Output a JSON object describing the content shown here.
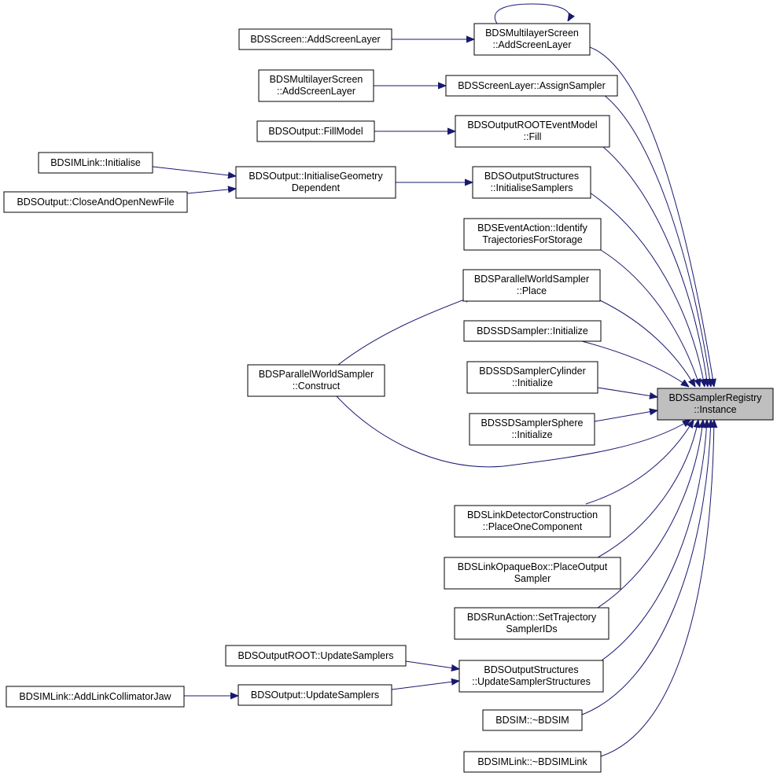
{
  "diagram": {
    "edge_color": "#191970",
    "focus_fill": "#bfbfbf",
    "nodes": [
      {
        "id": "n0",
        "lines": [
          "BDSSamplerRegistry",
          "::Instance"
        ],
        "focus": true
      },
      {
        "id": "n1",
        "lines": [
          "BDSMultilayerScreen",
          "::AddScreenLayer"
        ]
      },
      {
        "id": "n2",
        "lines": [
          "BDSScreen::AddScreenLayer"
        ]
      },
      {
        "id": "n3",
        "lines": [
          "BDSMultilayerScreen",
          "::AddScreenLayer"
        ]
      },
      {
        "id": "n4",
        "lines": [
          "BDSScreenLayer::AssignSampler"
        ]
      },
      {
        "id": "n5",
        "lines": [
          "BDSOutput::FillModel"
        ]
      },
      {
        "id": "n6",
        "lines": [
          "BDSOutputROOTEventModel",
          "::Fill"
        ]
      },
      {
        "id": "n7",
        "lines": [
          "BDSIMLink::Initialise"
        ]
      },
      {
        "id": "n8",
        "lines": [
          "BDSOutput::CloseAndOpenNewFile"
        ]
      },
      {
        "id": "n9",
        "lines": [
          "BDSOutput::InitialiseGeometry",
          "Dependent"
        ]
      },
      {
        "id": "n10",
        "lines": [
          "BDSOutputStructures",
          "::InitialiseSamplers"
        ]
      },
      {
        "id": "n11",
        "lines": [
          "BDSEventAction::Identify",
          "TrajectoriesForStorage"
        ]
      },
      {
        "id": "n12",
        "lines": [
          "BDSParallelWorldSampler",
          "::Place"
        ]
      },
      {
        "id": "n13",
        "lines": [
          "BDSParallelWorldSampler",
          "::Construct"
        ]
      },
      {
        "id": "n14",
        "lines": [
          "BDSSDSampler::Initialize"
        ]
      },
      {
        "id": "n15",
        "lines": [
          "BDSSDSamplerCylinder",
          "::Initialize"
        ]
      },
      {
        "id": "n16",
        "lines": [
          "BDSSDSamplerSphere",
          "::Initialize"
        ]
      },
      {
        "id": "n17",
        "lines": [
          "BDSLinkDetectorConstruction",
          "::PlaceOneComponent"
        ]
      },
      {
        "id": "n18",
        "lines": [
          "BDSLinkOpaqueBox::PlaceOutput",
          "Sampler"
        ]
      },
      {
        "id": "n19",
        "lines": [
          "BDSRunAction::SetTrajectory",
          "SamplerIDs"
        ]
      },
      {
        "id": "n20",
        "lines": [
          "BDSOutputROOT::UpdateSamplers"
        ]
      },
      {
        "id": "n21",
        "lines": [
          "BDSOutputStructures",
          "::UpdateSamplerStructures"
        ]
      },
      {
        "id": "n22",
        "lines": [
          "BDSIMLink::AddLinkCollimatorJaw"
        ]
      },
      {
        "id": "n23",
        "lines": [
          "BDSOutput::UpdateSamplers"
        ]
      },
      {
        "id": "n24",
        "lines": [
          "BDSIM::~BDSIM"
        ]
      },
      {
        "id": "n25",
        "lines": [
          "BDSIMLink::~BDSIMLink"
        ]
      }
    ],
    "edges": [
      {
        "from": "n1",
        "to": "n1"
      },
      {
        "from": "n2",
        "to": "n1"
      },
      {
        "from": "n3",
        "to": "n4"
      },
      {
        "from": "n5",
        "to": "n6"
      },
      {
        "from": "n7",
        "to": "n9"
      },
      {
        "from": "n8",
        "to": "n9"
      },
      {
        "from": "n9",
        "to": "n10"
      },
      {
        "from": "n13",
        "to": "n12"
      },
      {
        "from": "n20",
        "to": "n21"
      },
      {
        "from": "n23",
        "to": "n21"
      },
      {
        "from": "n22",
        "to": "n23"
      },
      {
        "from": "n1",
        "to": "n0"
      },
      {
        "from": "n4",
        "to": "n0"
      },
      {
        "from": "n6",
        "to": "n0"
      },
      {
        "from": "n10",
        "to": "n0"
      },
      {
        "from": "n11",
        "to": "n0"
      },
      {
        "from": "n12",
        "to": "n0"
      },
      {
        "from": "n14",
        "to": "n0"
      },
      {
        "from": "n15",
        "to": "n0"
      },
      {
        "from": "n16",
        "to": "n0"
      },
      {
        "from": "n13",
        "to": "n0"
      },
      {
        "from": "n17",
        "to": "n0"
      },
      {
        "from": "n18",
        "to": "n0"
      },
      {
        "from": "n19",
        "to": "n0"
      },
      {
        "from": "n21",
        "to": "n0"
      },
      {
        "from": "n24",
        "to": "n0"
      },
      {
        "from": "n25",
        "to": "n0"
      }
    ]
  }
}
